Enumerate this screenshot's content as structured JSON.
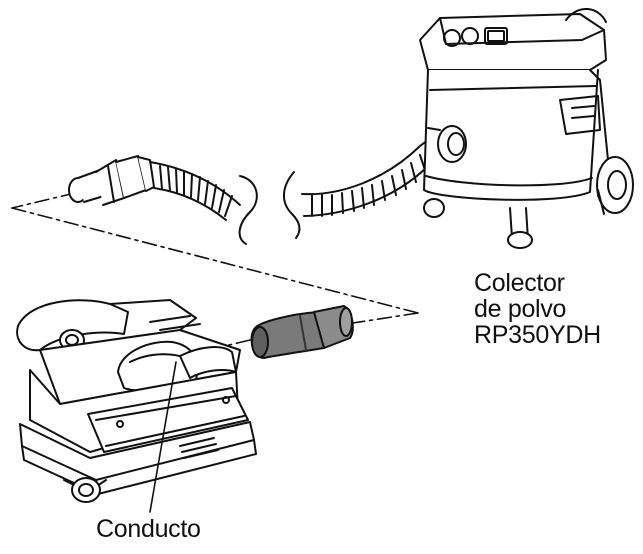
{
  "labels": {
    "collector": {
      "line1": "Colector",
      "line2": "de polvo",
      "line3": "RP350YDH"
    },
    "duct": "Conducto"
  },
  "colors": {
    "line": "#111111",
    "duct_fill": "#7a7a7a",
    "background": "#ffffff"
  }
}
